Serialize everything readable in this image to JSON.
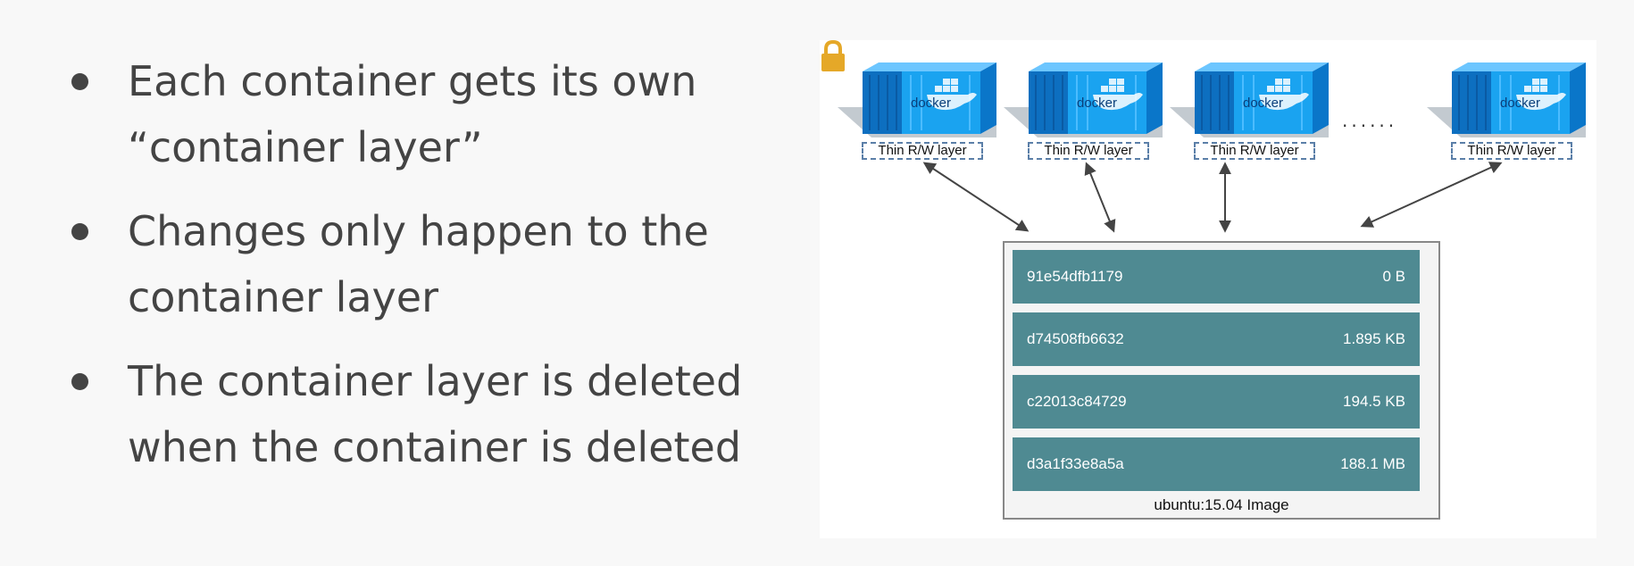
{
  "bullets": [
    {
      "line1": "Each container gets its own",
      "line2": "“container layer”"
    },
    {
      "line1": "Changes only happen to the",
      "line2": "container layer"
    },
    {
      "line1": "The container layer is deleted",
      "line2": "when the container is deleted"
    }
  ],
  "containers": [
    {
      "brand": "docker",
      "label": "Thin R/W layer"
    },
    {
      "brand": "docker",
      "label": "Thin R/W layer"
    },
    {
      "brand": "docker",
      "label": "Thin R/W layer"
    },
    {
      "brand": "docker",
      "label": "Thin R/W layer"
    }
  ],
  "ellipsis": "......",
  "image": {
    "caption": "ubuntu:15.04 Image",
    "layers": [
      {
        "id": "91e54dfb1179",
        "size": "0 B"
      },
      {
        "id": "d74508fb6632",
        "size": "1.895 KB"
      },
      {
        "id": "c22013c84729",
        "size": "194.5 KB"
      },
      {
        "id": "d3a1f33e8a5a",
        "size": "188.1 MB"
      }
    ]
  },
  "colors": {
    "container_blue": "#1aa3f0",
    "layer_teal": "#4f8a92",
    "lock_gold": "#e5a828"
  },
  "icons": [
    "shipping-container-icon",
    "padlock-icon"
  ]
}
